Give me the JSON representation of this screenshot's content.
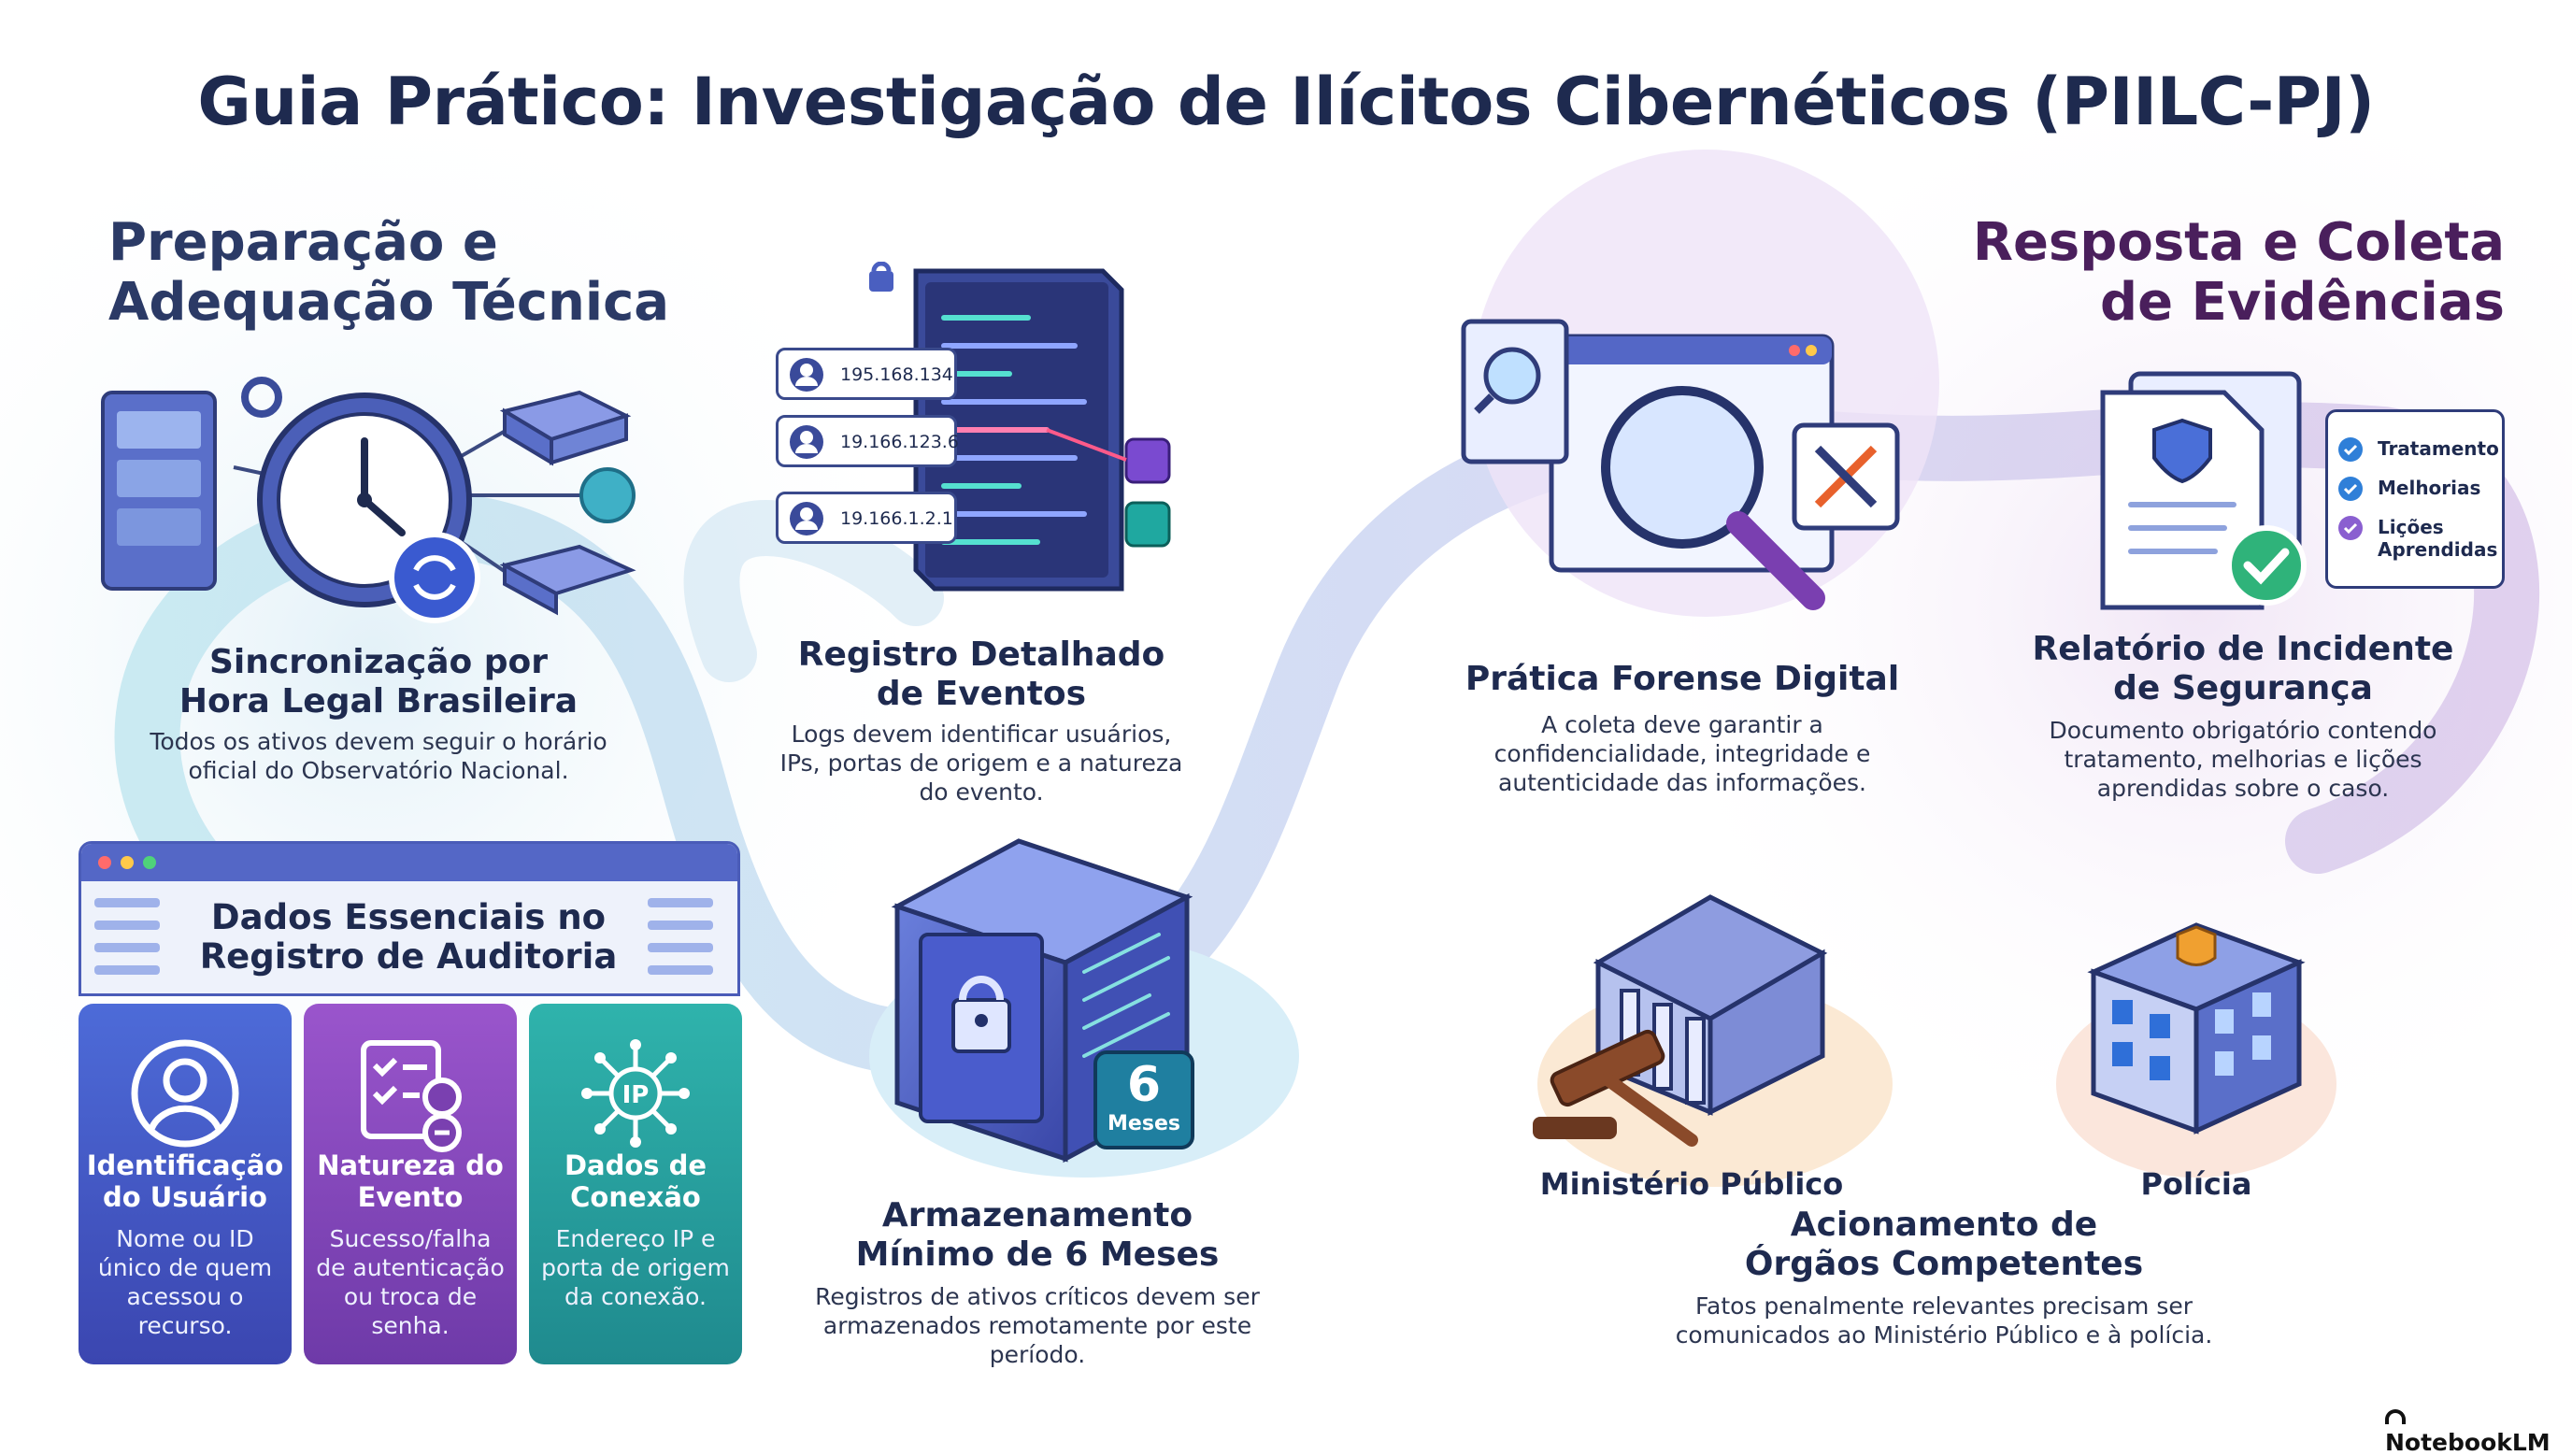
{
  "title": "Guia Prático: Investigação de Ilícitos Cibernéticos (PIILC-PJ)",
  "sections": {
    "left": [
      "Preparação e",
      "Adequação Técnica"
    ],
    "right": [
      "Resposta e Coleta",
      "de Evidências"
    ]
  },
  "sync": {
    "title": [
      "Sincronização por",
      "Hora Legal Brasileira"
    ],
    "desc": [
      "Todos os ativos devem seguir o horário",
      "oficial do Observatório Nacional."
    ]
  },
  "logs": {
    "title": [
      "Registro Detalhado",
      "de Eventos"
    ],
    "desc": [
      "Logs devem identificar usuários,",
      "IPs, portas de origem e a natureza",
      "do evento."
    ],
    "ips": [
      "195.168.134",
      "19.166.123.6",
      "19.166.1.2.1"
    ]
  },
  "audit": {
    "title": [
      "Dados Essenciais no",
      "Registro de Auditoria"
    ],
    "cards": [
      {
        "title": [
          "Identificação",
          "do Usuário"
        ],
        "desc": [
          "Nome ou ID",
          "único de quem",
          "acessou o",
          "recurso."
        ]
      },
      {
        "title": [
          "Natureza do",
          "Evento"
        ],
        "desc": [
          "Sucesso/falha",
          "de autenticação",
          "ou troca de",
          "senha."
        ]
      },
      {
        "title": [
          "Dados de",
          "Conexão"
        ],
        "desc": [
          "Endereço IP e",
          "porta de origem",
          "da conexão."
        ],
        "icon_text": "IP"
      }
    ]
  },
  "storage": {
    "title": [
      "Armazenamento",
      "Mínimo de 6 Meses"
    ],
    "desc": [
      "Registros de ativos críticos devem ser",
      "armazenados remotamente por este",
      "período."
    ],
    "badge_number": "6",
    "badge_label": "Meses"
  },
  "forensic": {
    "title": "Prática Forense Digital",
    "desc": [
      "A coleta deve garantir a",
      "confidencialidade, integridade e",
      "autenticidade das informações."
    ]
  },
  "report": {
    "title": [
      "Relatório de Incidente",
      "de Segurança"
    ],
    "desc": [
      "Documento obrigatório contendo",
      "tratamento, melhorias e lições",
      "aprendidas sobre o caso."
    ],
    "checklist": [
      "Tratamento",
      "Melhorias",
      "Lições",
      "Aprendidas"
    ]
  },
  "agencies": {
    "mp_label": "Ministério Público",
    "police_label": "Polícia",
    "title": [
      "Acionamento de",
      "Órgãos Competentes"
    ],
    "desc": [
      "Fatos penalmente relevantes precisam ser",
      "comunicados ao Ministério Público e à polícia."
    ]
  },
  "brand": "NotebookLM",
  "colors": {
    "navy": "#1e2a4f",
    "purple_title": "#4a1f5c",
    "card_blue": "#4d5fd0",
    "card_purple": "#8a4fc4",
    "card_teal": "#2aa6a6"
  }
}
